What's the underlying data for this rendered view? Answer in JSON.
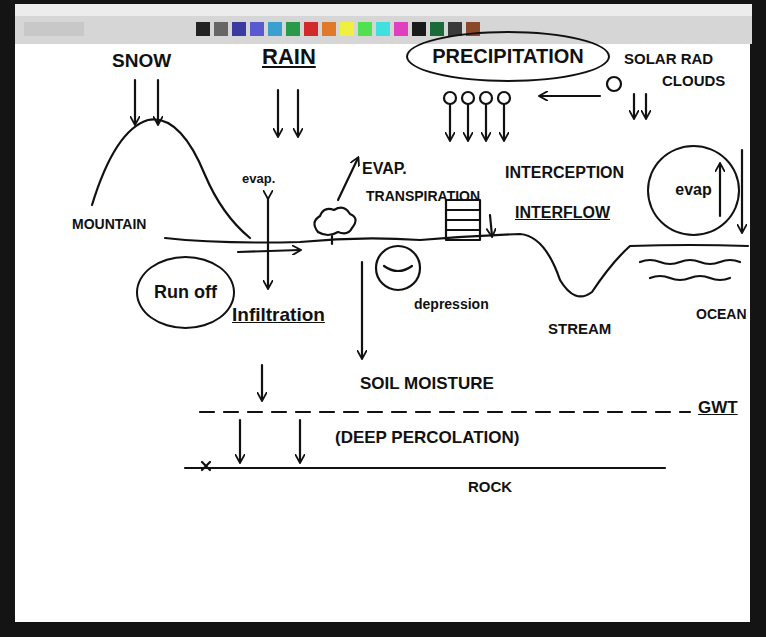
{
  "diagram": {
    "nodes": [
      {
        "text": [
          "PRECIPITATION"
        ]
      },
      {
        "text": [
          "Run off"
        ]
      },
      {
        "text": [
          "evap"
        ]
      }
    ],
    "labels": [
      "SNOW",
      "RAIN",
      "SOLAR RAD",
      "CLOUDS",
      "MOUNTAIN",
      "evap.",
      "EVAP.",
      "TRANSPIRATION",
      "INTERCEPTION",
      "INTERFLOW",
      "Infiltration",
      "depression",
      "STREAM",
      "OCEAN",
      "SOIL MOISTURE",
      "GWT",
      "(DEEP PERCOLATION)",
      "ROCK"
    ]
  }
}
